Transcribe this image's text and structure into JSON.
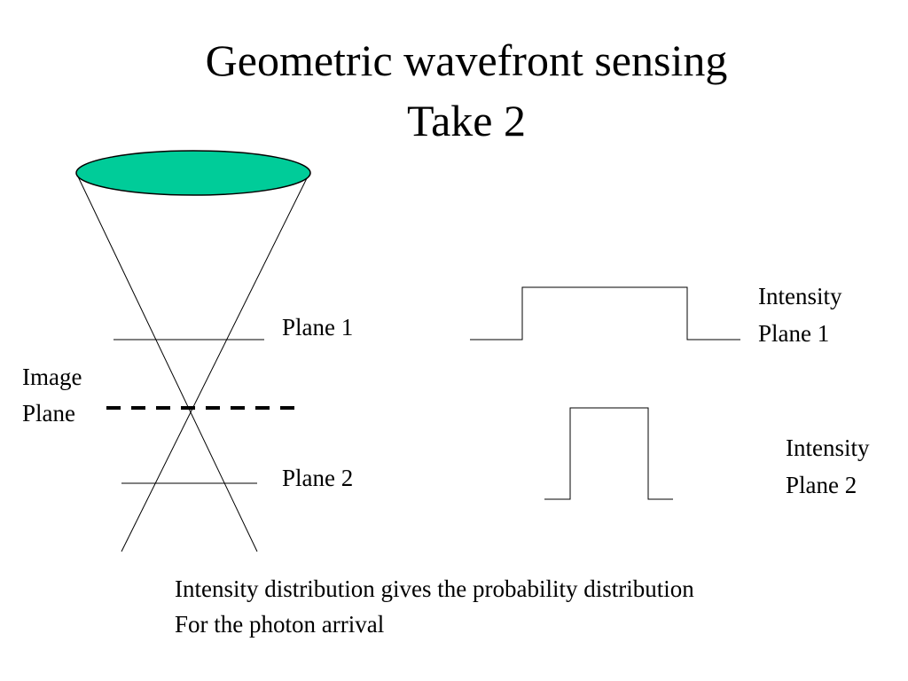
{
  "title": {
    "line1": "Geometric wavefront sensing",
    "line2": "Take 2"
  },
  "labels": {
    "plane1": "Plane 1",
    "plane2": "Plane 2",
    "image_plane_line1": "Image",
    "image_plane_line2": "Plane",
    "intensity_plane1_line1": "Intensity",
    "intensity_plane1_line2": "Plane 1",
    "intensity_plane2_line1": "Intensity",
    "intensity_plane2_line2": "Plane 2"
  },
  "caption": {
    "line1": "Intensity distribution gives the probability distribution",
    "line2": "For the photon arrival"
  },
  "colors": {
    "lens_fill": "#00cc99",
    "stroke": "#000000"
  }
}
